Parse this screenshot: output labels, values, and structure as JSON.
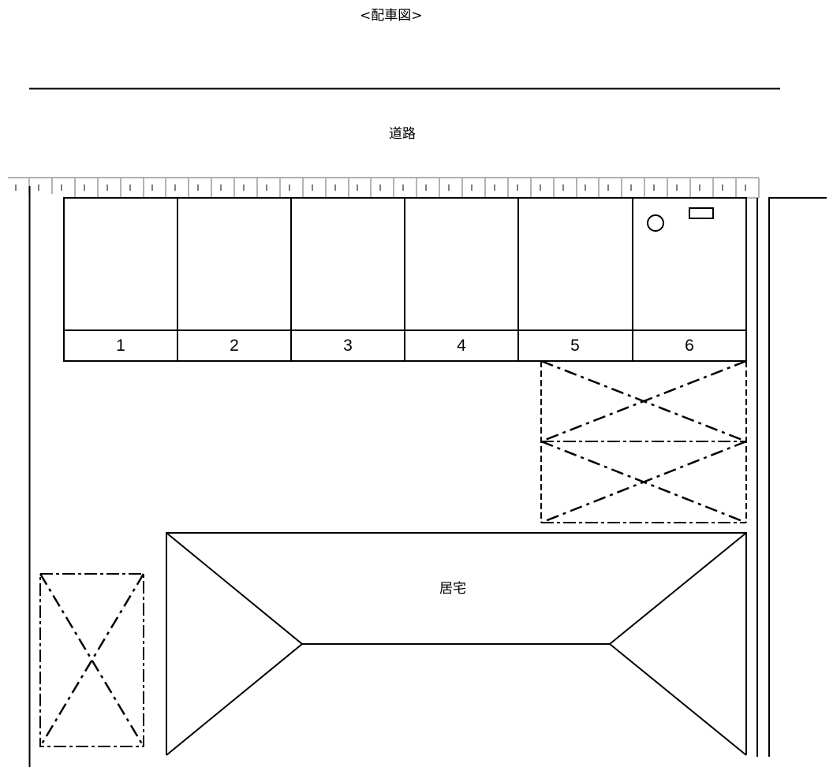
{
  "title": "<配車図>",
  "road_label": "道路",
  "house_label": "居宅",
  "parking_spaces": [
    {
      "number": "1"
    },
    {
      "number": "2"
    },
    {
      "number": "3"
    },
    {
      "number": "4"
    },
    {
      "number": "5"
    },
    {
      "number": "6"
    }
  ],
  "symbols": {
    "space_6_circle": "circle-symbol",
    "space_6_rect": "rectangle-symbol"
  },
  "colors": {
    "line": "#000000",
    "fence": "#9a9a9a",
    "background": "#ffffff"
  }
}
